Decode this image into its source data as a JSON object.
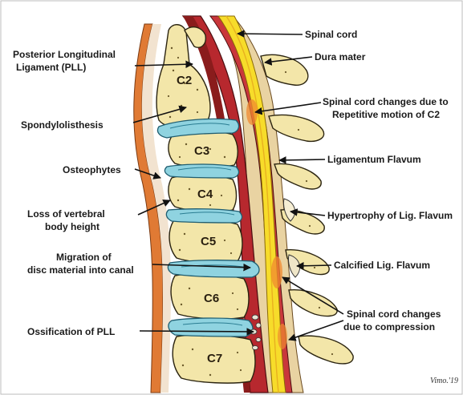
{
  "labels": {
    "left": [
      "Posterior Longitudinal",
      "Ligament  (PLL)",
      "Spondylolisthesis",
      "Osteophytes",
      "Loss of vertebral",
      "body height",
      "Migration of",
      "disc material into canal",
      "Ossification of PLL"
    ],
    "right": [
      "Spinal cord",
      "Dura mater",
      "Spinal cord changes due to",
      "Repetitive motion of C2",
      "Ligamentum Flavum",
      "Hypertrophy of Lig. Flavum",
      "Calcified Lig. Flavum",
      "Spinal cord changes",
      "due to compression"
    ]
  },
  "vertebrae": [
    "C2",
    "C3",
    "C4",
    "C5",
    "C6",
    "C7"
  ],
  "signature": "Vimo.'19",
  "colors": {
    "bone": "#f3e6a9",
    "disc": "#8fd3e0",
    "spinal_cord": "#f7dc2a",
    "dura": "#b7282e",
    "ligament": "#e07a34",
    "csf": "#e9d3a2",
    "lesion": "#f08a30"
  }
}
